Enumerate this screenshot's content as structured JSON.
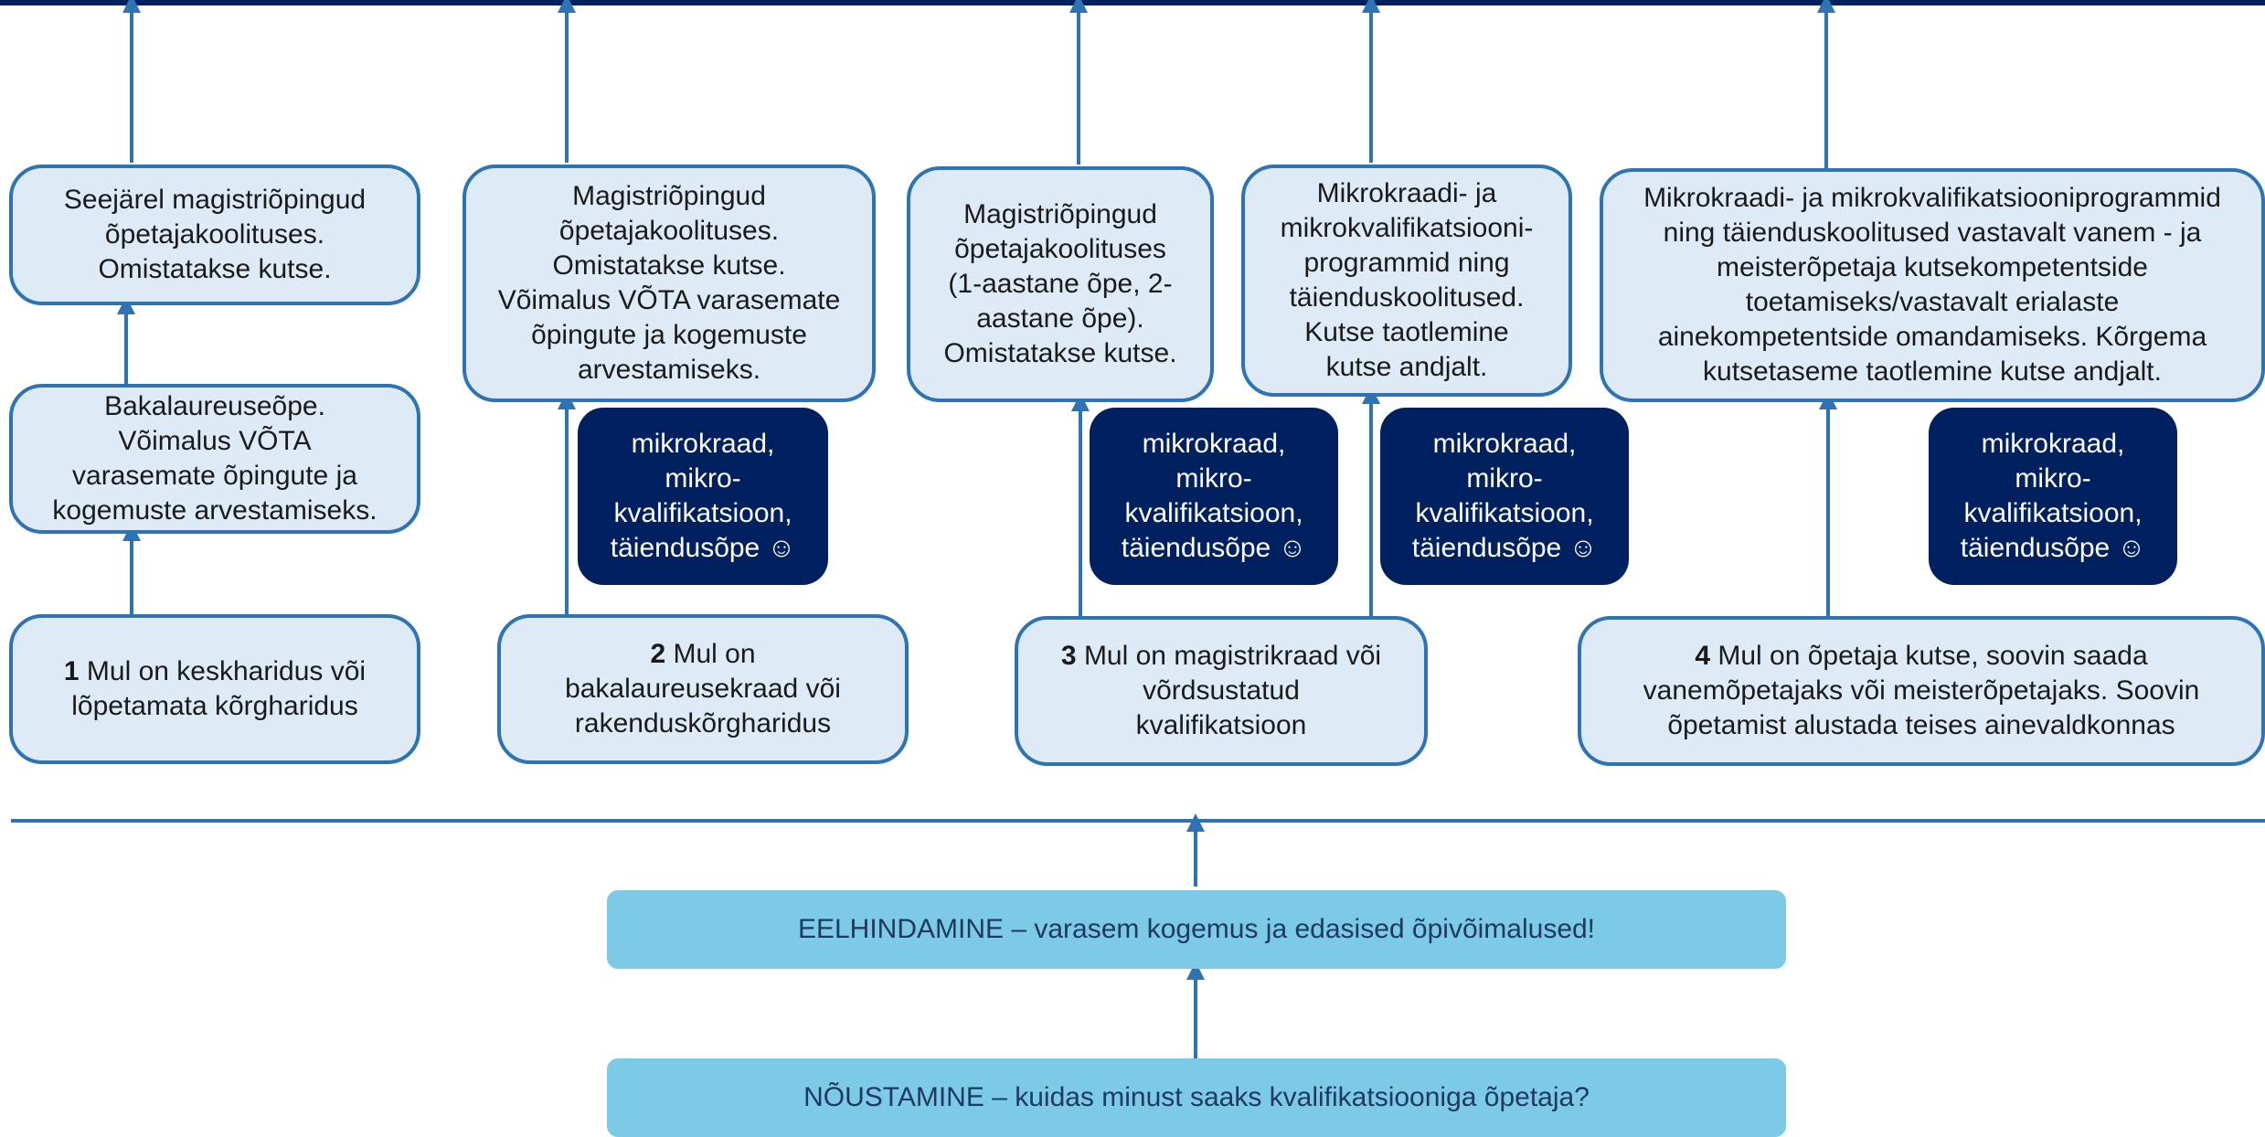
{
  "paths": {
    "p1": {
      "start_num": "1",
      "start_text": " Mul on keskharidus või\nlõpetamata kõrgharidus",
      "step1": "Bakalaureuseõpe.\nVõimalus VÕTA\nvarasemate õpingute ja\nkogemuste arvestamiseks.",
      "step2": "Seejärel magistriõpingud\nõpetajakoolituses.\nOmistatakse kutse."
    },
    "p2": {
      "start_num": "2",
      "start_text": " Mul on\nbakalaureusekraad või\nrakenduskõrgharidus",
      "step1": "Magistriõpingud\nõpetajakoolituses.\nOmistatakse kutse.\nVõimalus VÕTA varasemate\nõpingute ja kogemuste\narvestamiseks.",
      "micro": "mikrokraad,\nmikro-\nkvalifikatsioon,\ntäiendusõpe ☺"
    },
    "p3": {
      "start_num": "3",
      "start_text": " Mul on magistrikraad või\nvõrdsustatud\nkvalifikatsioon",
      "step_a": "Magistriõpingud\nõpetajakoolituses\n(1-aastane õpe, 2-\naastane õpe).\nOmistatakse kutse.",
      "micro_a": "mikrokraad,\nmikro-\nkvalifikatsioon,\ntäiendusõpe ☺",
      "step_b": "Mikrokraadi- ja\nmikrokvalifikatsiooni-\nprogrammid ning\ntäienduskoolitused.\nKutse taotlemine\nkutse andjalt.",
      "micro_b": "mikrokraad,\nmikro-\nkvalifikatsioon,\ntäiendusõpe ☺"
    },
    "p4": {
      "start_num": "4",
      "start_text": " Mul on õpetaja kutse, soovin saada\nvanemõpetajaks või meisterõpetajaks. Soovin\nõpetamist alustada teises ainevaldkonnas",
      "step1": "Mikrokraadi- ja mikrokvalifikatsiooniprogrammid\nning täienduskoolitused vastavalt vanem - ja\nmeisterõpetaja kutsekompetentside\ntoetamiseks/vastavalt erialaste\nainekompetentside omandamiseks. Kõrgema\nkutsetaseme taotlemine kutse andjalt.",
      "micro": "mikrokraad,\nmikro-\nkvalifikatsioon,\ntäiendusõpe ☺"
    }
  },
  "pre_assessment": "EELHINDAMINE – varasem kogemus ja edasised õpivõimalused!",
  "counseling": "NÕUSTAMINE – kuidas minust saaks kvalifikatsiooniga õpetaja?",
  "colors": {
    "box_fill": "#deeaf6",
    "box_border": "#2e74b5",
    "micro_fill": "#002060",
    "bar_fill": "#7ccae6",
    "top_band": "#002060"
  }
}
